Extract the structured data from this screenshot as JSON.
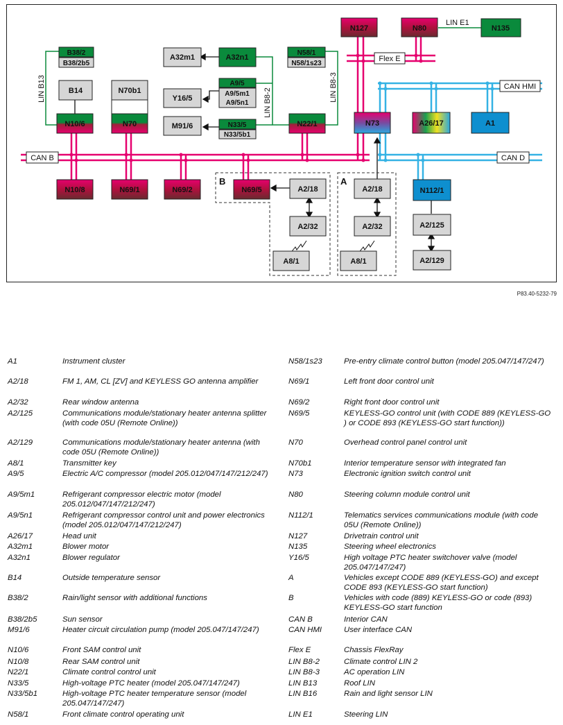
{
  "diagram": {
    "boxes": [
      {
        "id": "N127",
        "label": "N127"
      },
      {
        "id": "N80",
        "label": "N80"
      },
      {
        "id": "N135",
        "label": "N135"
      },
      {
        "id": "B38_2",
        "label": "B38/2"
      },
      {
        "id": "B38_2b5",
        "label": "B38/2b5"
      },
      {
        "id": "A32m1",
        "label": "A32m1"
      },
      {
        "id": "A32n1",
        "label": "A32n1"
      },
      {
        "id": "N58_1",
        "label": "N58/1"
      },
      {
        "id": "N58_1s23",
        "label": "N58/1s23"
      },
      {
        "id": "B14",
        "label": "B14"
      },
      {
        "id": "N70b1",
        "label": "N70b1"
      },
      {
        "id": "Y16_5",
        "label": "Y16/5"
      },
      {
        "id": "A9_5",
        "label": "A9/5"
      },
      {
        "id": "A9_5m1",
        "label": "A9/5m1"
      },
      {
        "id": "A9_5n1",
        "label": "A9/5n1"
      },
      {
        "id": "N10_6",
        "label": "N10/6"
      },
      {
        "id": "N70",
        "label": "N70"
      },
      {
        "id": "M91_6",
        "label": "M91/6"
      },
      {
        "id": "N33_5",
        "label": "N33/5"
      },
      {
        "id": "N33_5b1",
        "label": "N33/5b1"
      },
      {
        "id": "N22_1",
        "label": "N22/1"
      },
      {
        "id": "N73",
        "label": "N73"
      },
      {
        "id": "A26_17",
        "label": "A26/17"
      },
      {
        "id": "A1",
        "label": "A1"
      },
      {
        "id": "N10_8",
        "label": "N10/8"
      },
      {
        "id": "N69_1",
        "label": "N69/1"
      },
      {
        "id": "N69_2",
        "label": "N69/2"
      },
      {
        "id": "N69_5",
        "label": "N69/5"
      },
      {
        "id": "B_A2_18",
        "label": "A2/18"
      },
      {
        "id": "B_A2_32",
        "label": "A2/32"
      },
      {
        "id": "B_A8_1",
        "label": "A8/1"
      },
      {
        "id": "A_A2_18",
        "label": "A2/18"
      },
      {
        "id": "A_A2_32",
        "label": "A2/32"
      },
      {
        "id": "A_A8_1",
        "label": "A8/1"
      },
      {
        "id": "N112_1",
        "label": "N112/1"
      },
      {
        "id": "A2_125",
        "label": "A2/125"
      },
      {
        "id": "A2_129",
        "label": "A2/129"
      }
    ],
    "bus_labels": {
      "lin_e1": "LIN E1",
      "flex_e": "Flex E",
      "can_hmi": "CAN HMI",
      "can_b": "CAN B",
      "can_d": "CAN D",
      "lin_b13": "LIN B13",
      "lin_b8_2": "LIN B8-2",
      "lin_b8_3": "LIN B8-3"
    },
    "group_labels": {
      "b": "B",
      "a": "A"
    },
    "reference": "P83.40-5232-79",
    "colors": {
      "green": "#0a8a3c",
      "magenta": "#e6006e",
      "dark_red": "#8b1a2a",
      "cyan": "#34b2e4",
      "blue": "#0e8fcf",
      "grey_box": "#d6d6d6"
    }
  },
  "legend": {
    "left": [
      {
        "code": "A1",
        "desc": "Instrument cluster"
      },
      {
        "code": "A2/18",
        "desc": "FM 1, AM, CL [ZV] and KEYLESS GO antenna amplifier"
      },
      {
        "code": "A2/32",
        "desc": "Rear window antenna"
      },
      {
        "code": "A2/125",
        "desc": "Communications module/stationary heater antenna splitter (with code 05U (Remote Online))"
      },
      {
        "code": "A2/129",
        "desc": "Communications module/stationary heater antenna (with code 05U (Remote Online))"
      },
      {
        "code": "A8/1",
        "desc": "Transmitter key"
      },
      {
        "code": "A9/5",
        "desc": "Electric A/C compressor (model 205.012/047/147/212/247)"
      },
      {
        "code": "A9/5m1",
        "desc": "Refrigerant compressor electric motor (model 205.012/047/147/212/247)"
      },
      {
        "code": "A9/5n1",
        "desc": "Refrigerant compressor control unit and power electronics (model 205.012/047/147/212/247)"
      },
      {
        "code": "A26/17",
        "desc": "Head unit"
      },
      {
        "code": "A32m1",
        "desc": "Blower motor"
      },
      {
        "code": "A32n1",
        "desc": "Blower regulator"
      },
      {
        "code": "B14",
        "desc": "Outside temperature sensor"
      },
      {
        "code": "B38/2",
        "desc": "Rain/light sensor with additional functions"
      },
      {
        "code": "B38/2b5",
        "desc": "Sun sensor"
      },
      {
        "code": "M91/6",
        "desc": "Heater circuit circulation pump (model 205.047/147/247)"
      },
      {
        "code": "N10/6",
        "desc": "Front SAM control unit"
      },
      {
        "code": "N10/8",
        "desc": "Rear SAM control unit"
      },
      {
        "code": "N22/1",
        "desc": "Climate control control unit"
      },
      {
        "code": "N33/5",
        "desc": "High-voltage PTC heater (model 205.047/147/247)"
      },
      {
        "code": "N33/5b1",
        "desc": "High-voltage PTC heater temperature sensor (model 205.047/147/247)"
      },
      {
        "code": "N58/1",
        "desc": "Front climate control operating unit"
      }
    ],
    "right": [
      {
        "code": "N58/1s23",
        "desc": "Pre-entry climate control button (model 205.047/147/247)"
      },
      {
        "code": "N69/1",
        "desc": "Left front door control unit"
      },
      {
        "code": "N69/2",
        "desc": "Right front door control unit"
      },
      {
        "code": "N69/5",
        "desc": "KEYLESS-GO control unit (with CODE 889 (KEYLESS-GO ) or CODE 893 (KEYLESS-GO start function))"
      },
      {
        "code": "N70",
        "desc": "Overhead control panel control unit"
      },
      {
        "code": "N70b1",
        "desc": "Interior temperature sensor with integrated fan"
      },
      {
        "code": "N73",
        "desc": "Electronic ignition switch control unit"
      },
      {
        "code": "N80",
        "desc": "Steering column module control unit"
      },
      {
        "code": "N112/1",
        "desc": "Telematics services communications module (with code 05U (Remote Online))"
      },
      {
        "code": "N127",
        "desc": "Drivetrain control unit"
      },
      {
        "code": "N135",
        "desc": "Steering wheel electronics"
      },
      {
        "code": "Y16/5",
        "desc": "High voltage PTC heater switchover valve (model 205.047/147/247)"
      },
      {
        "code": "A",
        "desc": "Vehicles except CODE 889 (KEYLESS-GO) and except CODE 893 (KEYLESS-GO start function)"
      },
      {
        "code": "B",
        "desc": "Vehicles with code (889) KEYLESS-GO or code (893) KEYLESS-GO start function"
      },
      {
        "code": "CAN B",
        "desc": "Interior CAN"
      },
      {
        "code": "CAN HMI",
        "desc": "User interface CAN"
      },
      {
        "code": "Flex E",
        "desc": "Chassis FlexRay"
      },
      {
        "code": "LIN B8-2",
        "desc": "Climate control LIN 2"
      },
      {
        "code": "LIN B8-3",
        "desc": "AC operation LIN"
      },
      {
        "code": "LIN B13",
        "desc": "Roof LIN"
      },
      {
        "code": "LIN B16",
        "desc": "Rain and light sensor LIN"
      },
      {
        "code": "LIN E1",
        "desc": "Steering LIN"
      }
    ]
  }
}
